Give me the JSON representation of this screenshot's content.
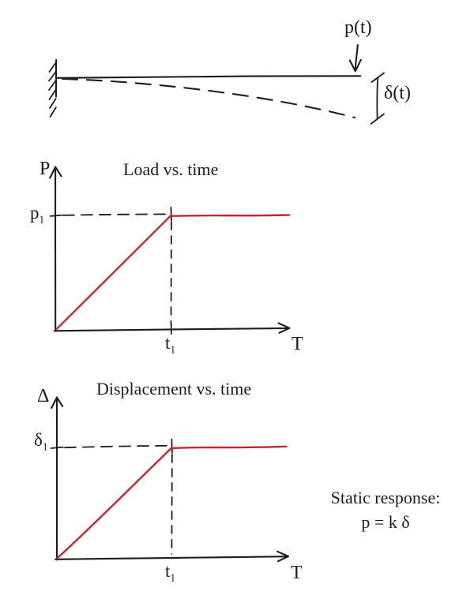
{
  "colors": {
    "ink": "#1d1d1f",
    "curve_red": "#c4272e",
    "background": "#ffffff"
  },
  "beam_diagram": {
    "load_label": "p(t)",
    "deflection_label": "δ(t)"
  },
  "load_chart": {
    "title": "Load vs. time",
    "y_axis_symbol": "P",
    "x_axis_symbol": "T",
    "peak_value_base": "p",
    "peak_value_sub": "1",
    "peak_time_base": "t",
    "peak_time_sub": "1"
  },
  "displacement_chart": {
    "title": "Displacement vs. time",
    "y_axis_symbol": "Δ",
    "x_axis_symbol": "T",
    "peak_value_base": "δ",
    "peak_value_sub": "1",
    "peak_time_base": "t",
    "peak_time_sub": "1"
  },
  "static_response": {
    "heading": "Static response:",
    "equation": "p = k δ"
  },
  "chart_data": [
    {
      "type": "line",
      "title": "Load vs. time",
      "xlabel": "T",
      "ylabel": "P",
      "x_tick_labels": [
        "t1"
      ],
      "y_tick_labels": [
        "p1"
      ],
      "series": [
        {
          "name": "p(t)",
          "color": "#c4272e",
          "x": [
            0,
            "t1",
            "t_end"
          ],
          "values": [
            0,
            "p1",
            "p1"
          ]
        }
      ],
      "annotations": [
        "dashed horizontal guide from y-axis at p1 to the point (t1, p1)",
        "dashed vertical guide from (t1, p1) down to the x-axis at t1"
      ],
      "grid": false,
      "legend": false,
      "style": "hand-drawn, ramp from origin to (t1, p1) then constant"
    },
    {
      "type": "line",
      "title": "Displacement vs. time",
      "xlabel": "T",
      "ylabel": "Δ",
      "x_tick_labels": [
        "t1"
      ],
      "y_tick_labels": [
        "δ1"
      ],
      "series": [
        {
          "name": "δ(t)",
          "color": "#c4272e",
          "x": [
            0,
            "t1",
            "t_end"
          ],
          "values": [
            0,
            "δ1",
            "δ1"
          ]
        }
      ],
      "annotations": [
        "dashed horizontal guide from y-axis at δ1 to the point (t1, δ1)",
        "dashed vertical guide from (t1, δ1) down to the x-axis at t1"
      ],
      "grid": false,
      "legend": false,
      "style": "hand-drawn, ramp from origin to (t1, δ1) then constant"
    }
  ]
}
